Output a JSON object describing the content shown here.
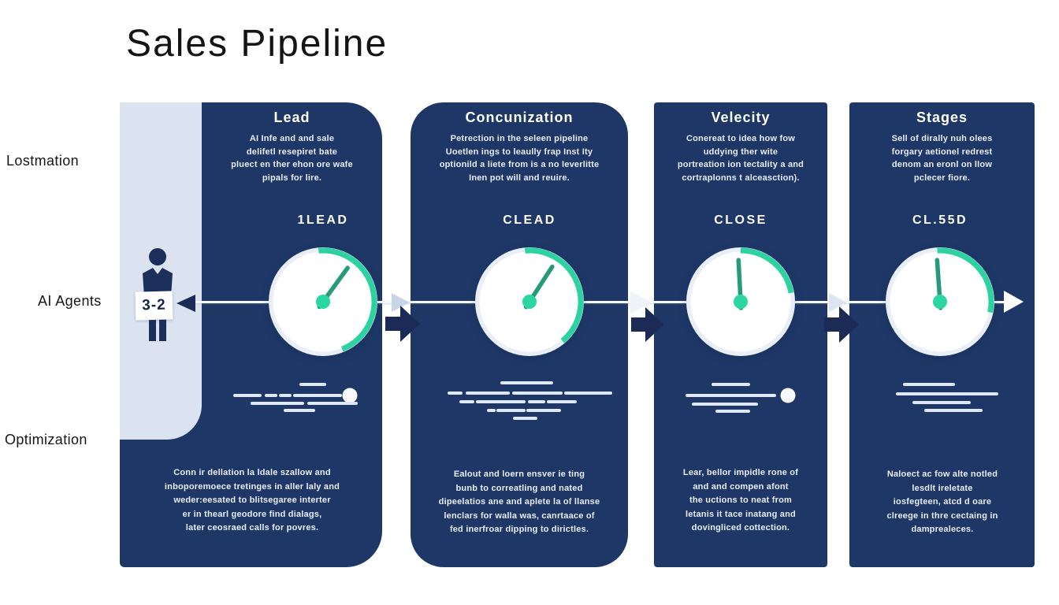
{
  "page": {
    "title": "Sales Pipeline"
  },
  "sidebar": {
    "labels": [
      "Lostmation",
      "AI Agents",
      "Optimization"
    ],
    "agent_badge": "3-2"
  },
  "colors": {
    "panel_navy": "#1f3766",
    "light_column": "#dbe3f1",
    "accent_teal": "#2cd3a1",
    "needle_teal": "#279a7a",
    "dark_arrow": "#1b2b55",
    "text_light": "#e8eefc",
    "title_text": "#141414"
  },
  "stages": [
    {
      "title": "Lead",
      "description": "AI Infe and and sale\ndelifetl resepiret bate\npluect en ther ehon ore wafe\npipals for lire.",
      "gauge_label": "1LEAD",
      "gauge": {
        "needle_angle": 36,
        "arc_start": -5,
        "arc_end": 158,
        "has_dot": true
      },
      "footer": "Conn ir dellation la ldale szallow and\ninboporemoece tretinges in aller laly and\nweder:eesated to blitsegaree interter\ner in thearl geodore find dialags,\nlater ceosraed calls for povres."
    },
    {
      "title": "Concunization",
      "description": "Petrection in the seleen pipeline\nUoetlen ings to leaully frap Inst Ity\noptionild a liete from is a no leverlitte\nInen pot will and reuire.",
      "gauge_label": "CLEAD",
      "gauge": {
        "needle_angle": 33,
        "arc_start": -5,
        "arc_end": 140,
        "has_dot": false
      },
      "footer": "Ealout and loern ensver ie ting\nbunb to correatling and nated\ndipeelatios ane and aplete la of llanse\nlenclars for walla was, canrtaace of\nfed inerfroar dipping to dirictles."
    },
    {
      "title": "Velecity",
      "description": "Conereat to idea how fow\nuddying ther wite\nportreation ion tectality a and\ncortraplonns t alceasction).",
      "gauge_label": "CLOSE",
      "gauge": {
        "needle_angle": -3,
        "arc_start": 0,
        "arc_end": 80,
        "has_dot": true
      },
      "footer": "Lear, bellor impidle rone of\nand and compen afont\nthe uctions to neat from\nletanis it tace inatang and\ndovingliced cottection."
    },
    {
      "title": "Stages",
      "description": "Sell of dirally nuh olees\nforgary aetionel redrest\ndenom an eronl on llow\npclecer fiore.",
      "gauge_label": "CL.55D",
      "gauge": {
        "needle_angle": -4,
        "arc_start": -3,
        "arc_end": 102,
        "has_dot": false
      },
      "footer": "Naloect ac fow alte notled\nlesdlt ireletate\niosfegteen, atcd d oare\nclreege in thre cectaing in\ndamprealeces."
    }
  ]
}
